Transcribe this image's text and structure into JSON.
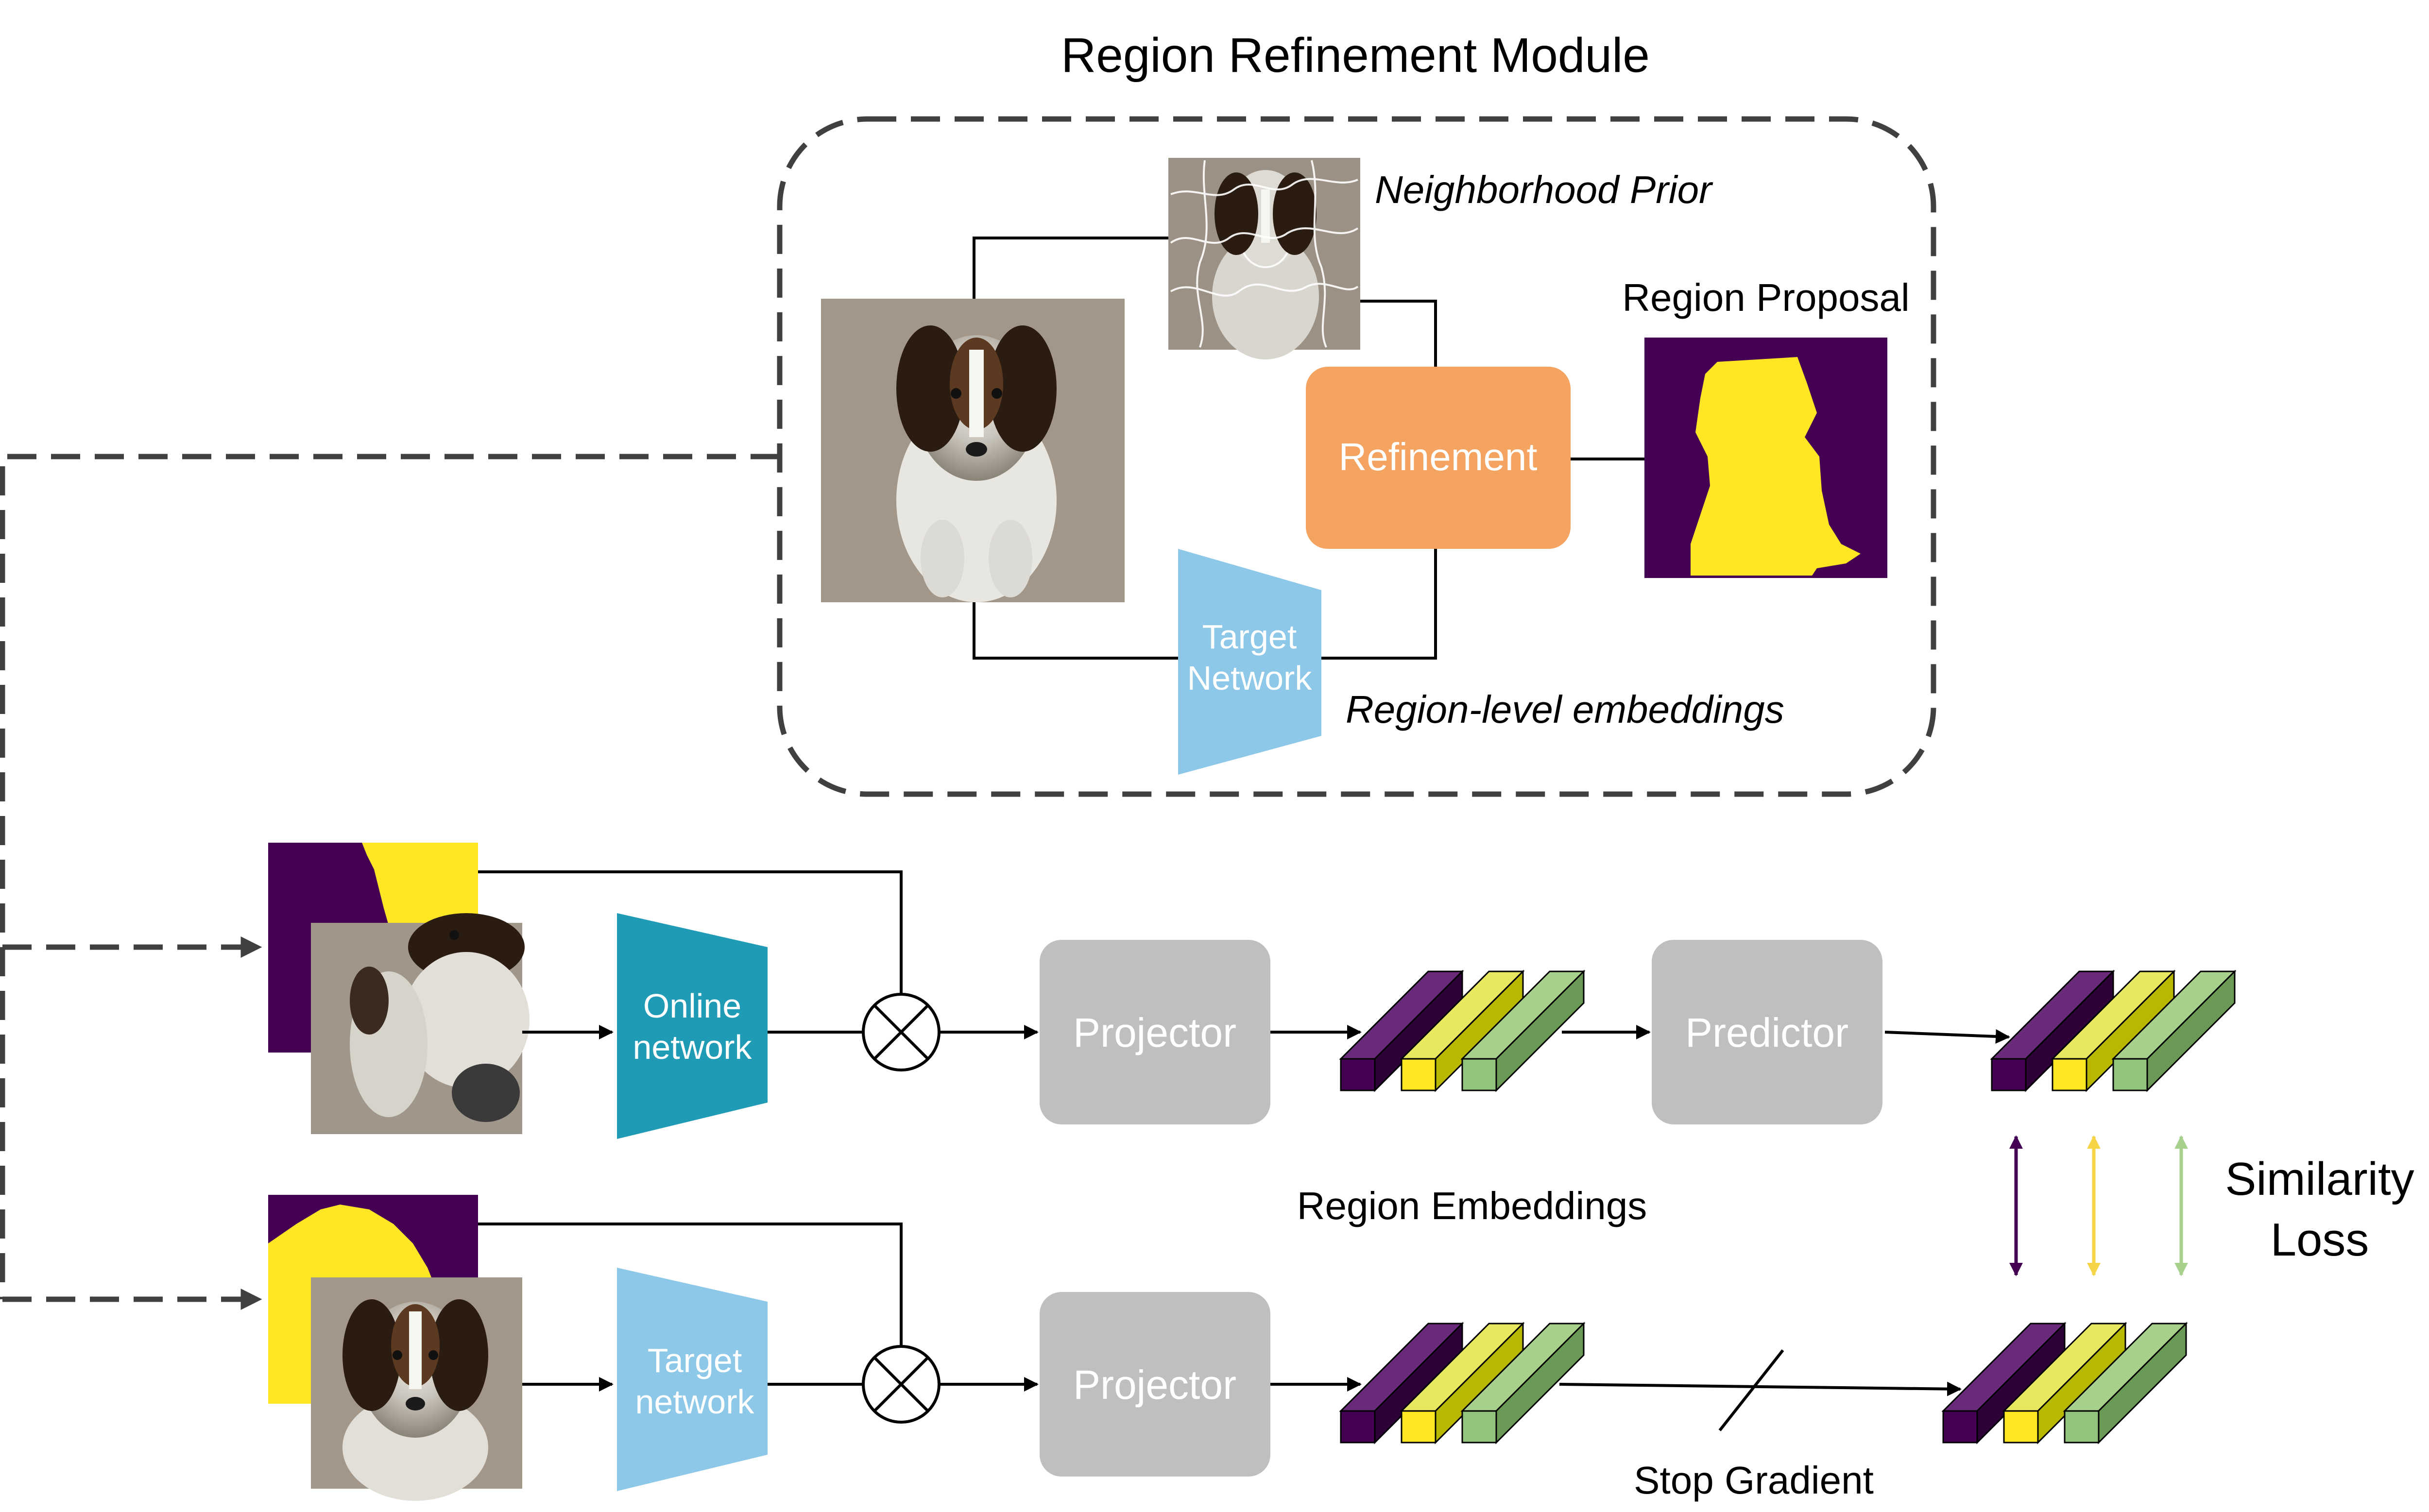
{
  "title": "Region Refinement Module",
  "module": {
    "neighborhood_prior": "Neighborhood Prior",
    "region_proposal": "Region Proposal",
    "refinement": "Refinement",
    "target_network_line1": "Target",
    "target_network_line2": "Network",
    "region_level_embeddings": "Region-level embeddings"
  },
  "online_branch": {
    "network_line1": "Online",
    "network_line2": "network",
    "projector": "Projector",
    "predictor": "Predictor"
  },
  "target_branch": {
    "network_line1": "Target",
    "network_line2": "network",
    "projector": "Projector"
  },
  "labels": {
    "region_embeddings": "Region Embeddings",
    "similarity_line1": "Similarity",
    "similarity_line2": "Loss",
    "stop_gradient": "Stop Gradient"
  },
  "colors": {
    "purple": "#440154",
    "yellow": "#FDE725",
    "green": "#93C47D",
    "refinement": "#F4A460",
    "online_network": "#1F9BB5",
    "target_network": "#8EC8E8",
    "projector_gray": "#BFBFBF"
  }
}
